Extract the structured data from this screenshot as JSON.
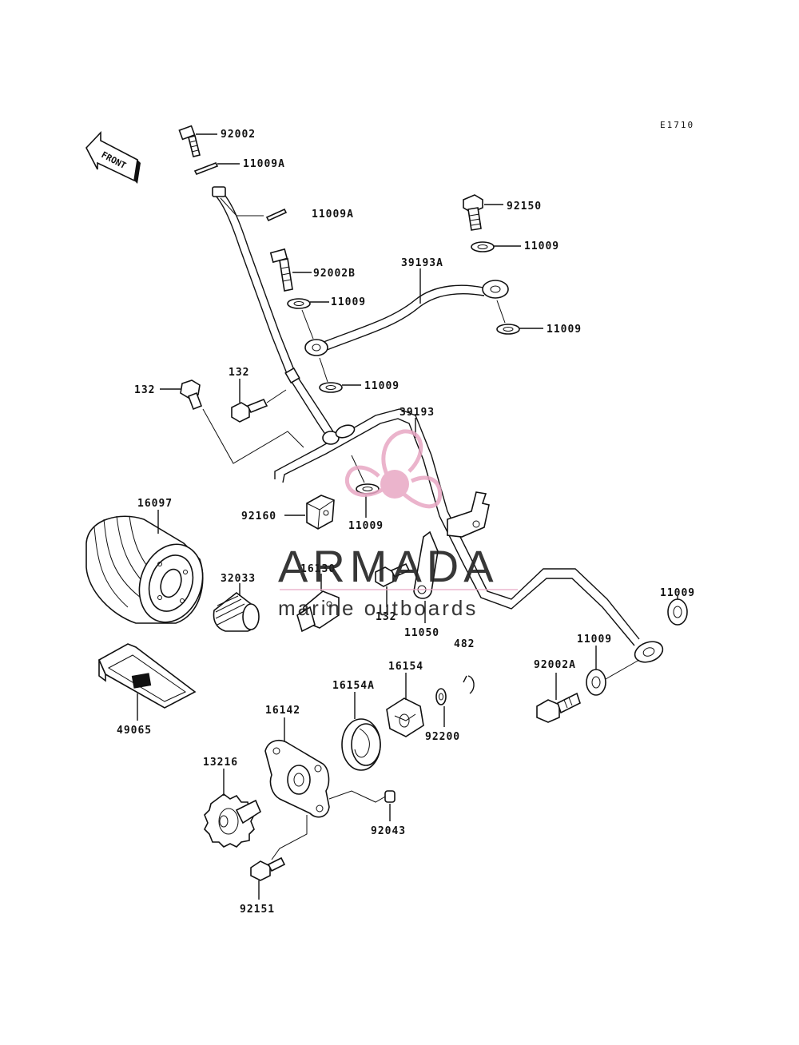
{
  "diagram": {
    "code": "E1710",
    "front_label": "FRONT"
  },
  "watermark": {
    "brand": "ARMADA",
    "tagline": "marine outboards",
    "color": "#e8a7c4"
  },
  "labels": {
    "p92002": "92002",
    "p11009A_1": "11009A",
    "p11009A_2": "11009A",
    "p92150": "92150",
    "p11009_a": "11009",
    "p92002B": "92002B",
    "p39193A": "39193A",
    "p11009_b": "11009",
    "p11009_c": "11009",
    "p132_a": "132",
    "p132_b": "132",
    "p11009_d": "11009",
    "p39193": "39193",
    "p16097": "16097",
    "p92160": "92160",
    "p11009_e": "11009",
    "p32033": "32033",
    "p16130": "16130",
    "p132_c": "132",
    "p11050": "11050",
    "p482": "482",
    "p11009_f": "11009",
    "p11009_g": "11009",
    "p92002A": "92002A",
    "p16154": "16154",
    "p16154A": "16154A",
    "p92200": "92200",
    "p49065": "49065",
    "p16142": "16142",
    "p13216": "13216",
    "p92043": "92043",
    "p92151": "92151"
  }
}
